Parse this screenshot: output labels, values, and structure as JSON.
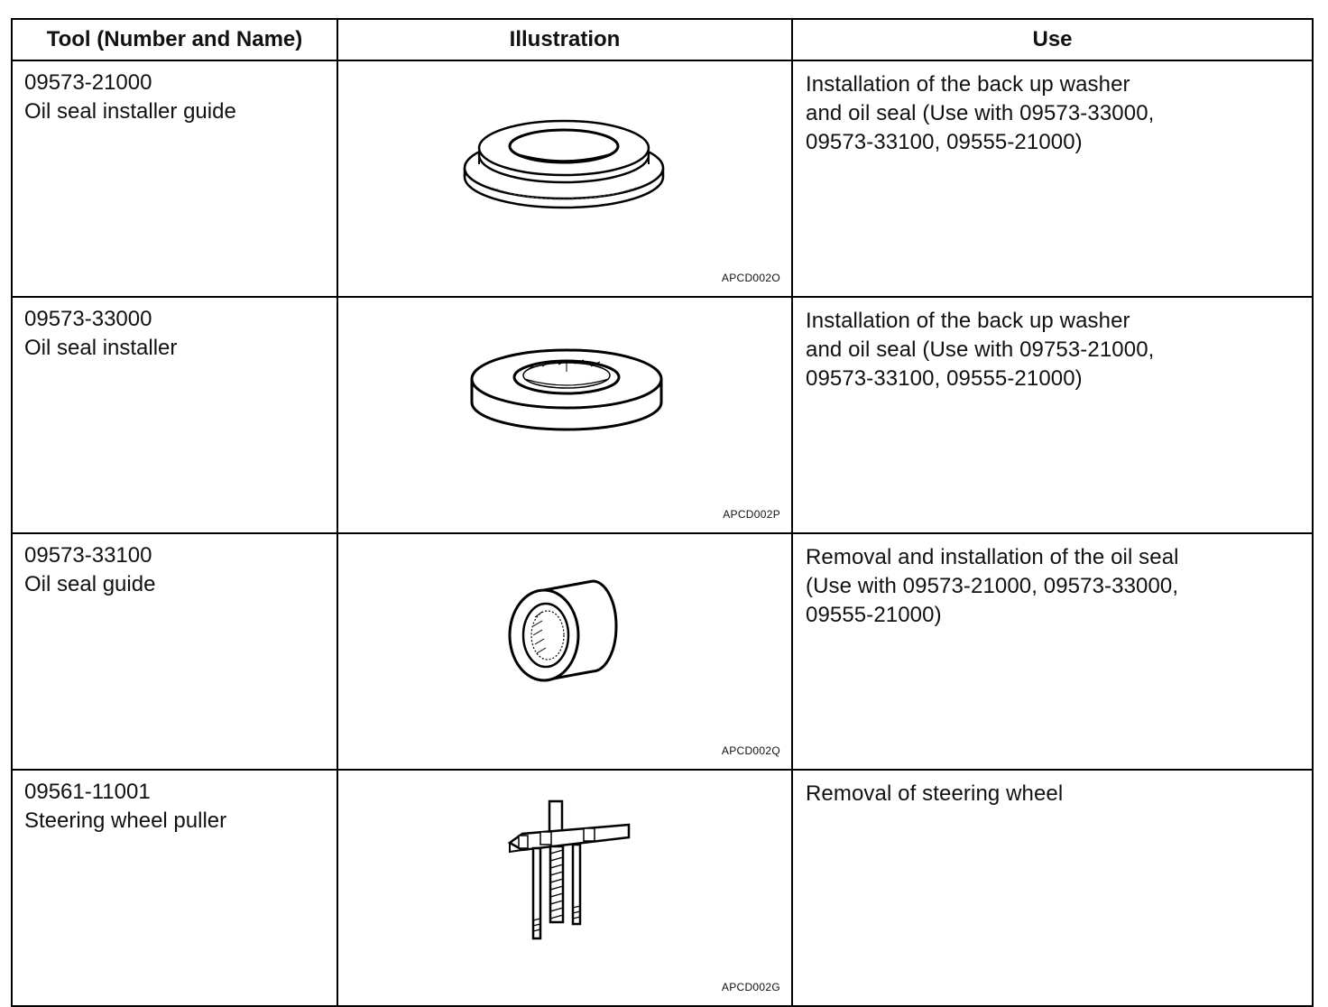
{
  "table": {
    "headers": [
      "Tool (Number and Name)",
      "Illustration",
      "Use"
    ],
    "rows": [
      {
        "tool_number": "09573-21000",
        "tool_name": "Oil seal installer guide",
        "illustration_icon": "oil-seal-installer-guide-illustration",
        "illustration_code": "APCD002O",
        "use_lines": [
          "Installation of the back up washer",
          "and oil seal (Use with 09573-33000,",
          "09573-33100, 09555-21000)"
        ]
      },
      {
        "tool_number": "09573-33000",
        "tool_name": "Oil seal installer",
        "illustration_icon": "oil-seal-installer-illustration",
        "illustration_code": "APCD002P",
        "use_lines": [
          "Installation of the back up washer",
          "and oil seal (Use with 09753-21000,",
          "09573-33100, 09555-21000)"
        ]
      },
      {
        "tool_number": "09573-33100",
        "tool_name": "Oil seal guide",
        "illustration_icon": "oil-seal-guide-illustration",
        "illustration_code": "APCD002Q",
        "use_lines": [
          "Removal and installation of the oil seal",
          "(Use with 09573-21000, 09573-33000,",
          "09555-21000)"
        ]
      },
      {
        "tool_number": "09561-11001",
        "tool_name": "Steering wheel puller",
        "illustration_icon": "steering-wheel-puller-illustration",
        "illustration_code": "APCD002G",
        "use_lines": [
          "Removal of steering wheel"
        ]
      }
    ]
  }
}
